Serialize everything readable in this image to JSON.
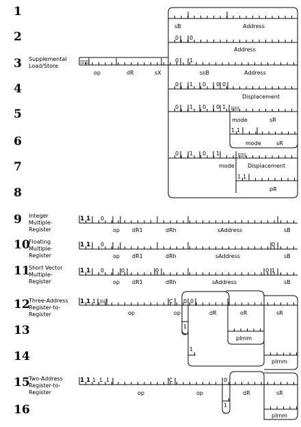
{
  "rows": [
    {
      "num": "1",
      "label": ""
    },
    {
      "num": "2",
      "label": ""
    },
    {
      "num": "3",
      "label": "Supplemental\nLoad/Store"
    },
    {
      "num": "4",
      "label": ""
    },
    {
      "num": "5",
      "label": ""
    },
    {
      "num": "6",
      "label": ""
    },
    {
      "num": "7",
      "label": ""
    },
    {
      "num": "8",
      "label": ""
    },
    {
      "num": "9",
      "label": "Integer\nMultiple-\nRegister"
    },
    {
      "num": "10",
      "label": "Floating\nMultiple-\nRegister"
    },
    {
      "num": "11",
      "label": "Short Vector\nMultiple-\nRegister"
    },
    {
      "num": "12",
      "label": "Three-Address\nRegister-to-\nRegister"
    },
    {
      "num": "13",
      "label": ""
    },
    {
      "num": "14",
      "label": ""
    },
    {
      "num": "15",
      "label": "Two-Address\nRegister-to-\nRegister"
    },
    {
      "num": "16",
      "label": ""
    }
  ],
  "fields": {
    "sB": "sB",
    "Address": "Address",
    "op": "op",
    "dR": "dR",
    "sX": "sX",
    "ssB": "ssB",
    "Displacement": "Displacement",
    "mode": "mode",
    "sR": "sR",
    "pR": "pR",
    "dR1": "dR1",
    "dRh": "dRh",
    "sAddress": "sAddress",
    "oR": "oR",
    "pImm": "pImm"
  },
  "bits": {
    "zero": "0",
    "one": "1",
    "C": "C"
  }
}
